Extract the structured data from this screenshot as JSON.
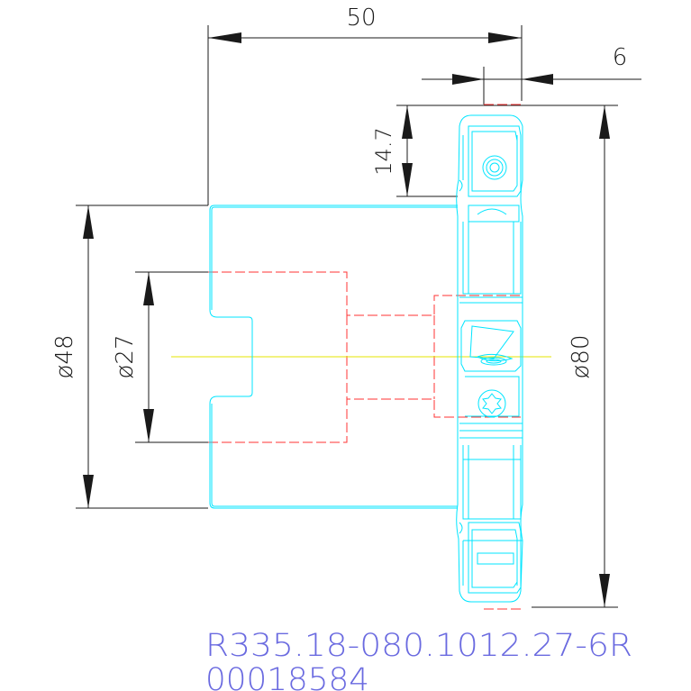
{
  "dimensions": {
    "length_overall": "50",
    "insert_width": "6",
    "insert_height": "14.7",
    "shank_diameter": "ø48",
    "bore_diameter": "ø27",
    "cutter_diameter": "ø80"
  },
  "part": {
    "code": "R335.18-080.1012.27-6R",
    "serial": "00018584"
  },
  "colors": {
    "dimension": "#1a1a1a",
    "body_outline": "#00e5ff",
    "hidden_line": "#ff3333",
    "centerline": "#e6e600",
    "part_text": "#6a6ae0"
  }
}
